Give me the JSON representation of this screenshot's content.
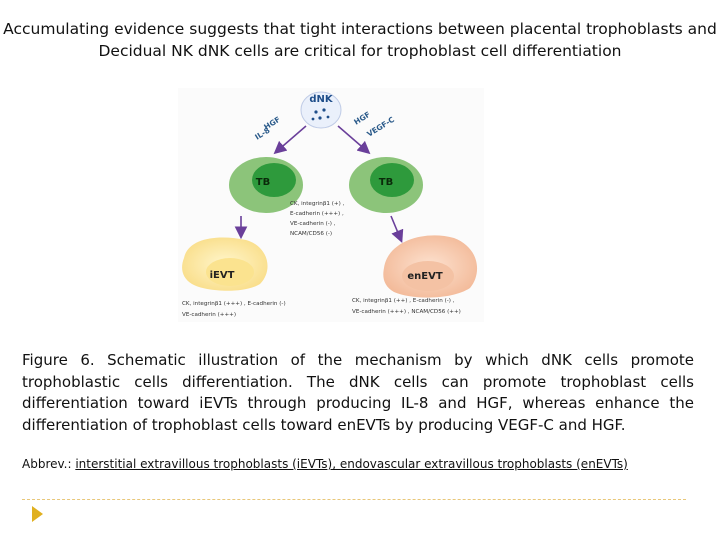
{
  "title": {
    "line1": "Accumulating evidence suggests that tight interactions between placental trophoblasts and",
    "line2": "Decidual NK dNK cells are critical for trophoblast cell differentiation"
  },
  "figure": {
    "dnk_label": "dNK",
    "left_factors": [
      "HGF",
      "IL-8"
    ],
    "right_factors": [
      "HGF",
      "VEGF-C"
    ],
    "tb_left": "TB",
    "tb_right": "TB",
    "tb_markers": [
      "CK, integrinβ1 (+) ,",
      "E-cadherin (+++) ,",
      "VE-cadherin (-) ,",
      "NCAM/CD56 (-)"
    ],
    "ievt_label": "iEVT",
    "envt_label": "enEVT",
    "ievt_markers": [
      "CK, integrinβ1 (+++) , E-cadherin (-)",
      "VE-cadherin (+++)"
    ],
    "envt_markers": [
      "CK, integrinβ1 (++) , E-cadherin (-) ,",
      "VE-cadherin (+++) , NCAM/CD56 (++)"
    ],
    "colors": {
      "dnk": "#1f4e8a",
      "tb_outer": "#8cc47a",
      "tb_inner": "#2e9a3c",
      "ievt": "#fde9a0",
      "envt": "#f6c7a8",
      "arrow": "#6a3f9a"
    }
  },
  "caption": "Figure 6. Schematic illustration of the mechanism by which dNK cells promote trophoblastic cells differentiation. The dNK cells can promote trophoblast cells differentiation toward iEVTs through producing IL-8 and HGF, whereas enhance the differentiation of trophoblast cells toward enEVTs by producing VEGF-C and HGF.",
  "abbrev": {
    "prefix": "Abbrev.: ",
    "text": "interstitial extravillous trophoblasts (iEVTs), endovascular extravillous trophoblasts (enEVTs)"
  }
}
